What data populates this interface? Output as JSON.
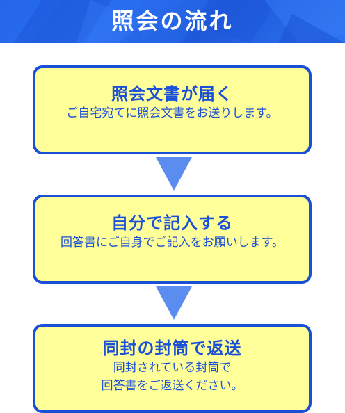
{
  "header": {
    "title": "照会の流れ"
  },
  "steps": [
    {
      "title": "照会文書が届く",
      "description": "ご自宅宛てに照会文書をお送りします。"
    },
    {
      "title": "自分で記入する",
      "description": "回答書にご自身でご記入をお願いします。"
    },
    {
      "title": "同封の封筒で返送",
      "description_line1": "同封されている封筒で",
      "description_line2": "回答書をご返送ください。"
    }
  ],
  "colors": {
    "header_blue": "#1f5fe0",
    "box_fill": "#ffff99",
    "box_border": "#1a4fd8",
    "arrow": "#5b8df0",
    "text": "#1a4fd8"
  }
}
